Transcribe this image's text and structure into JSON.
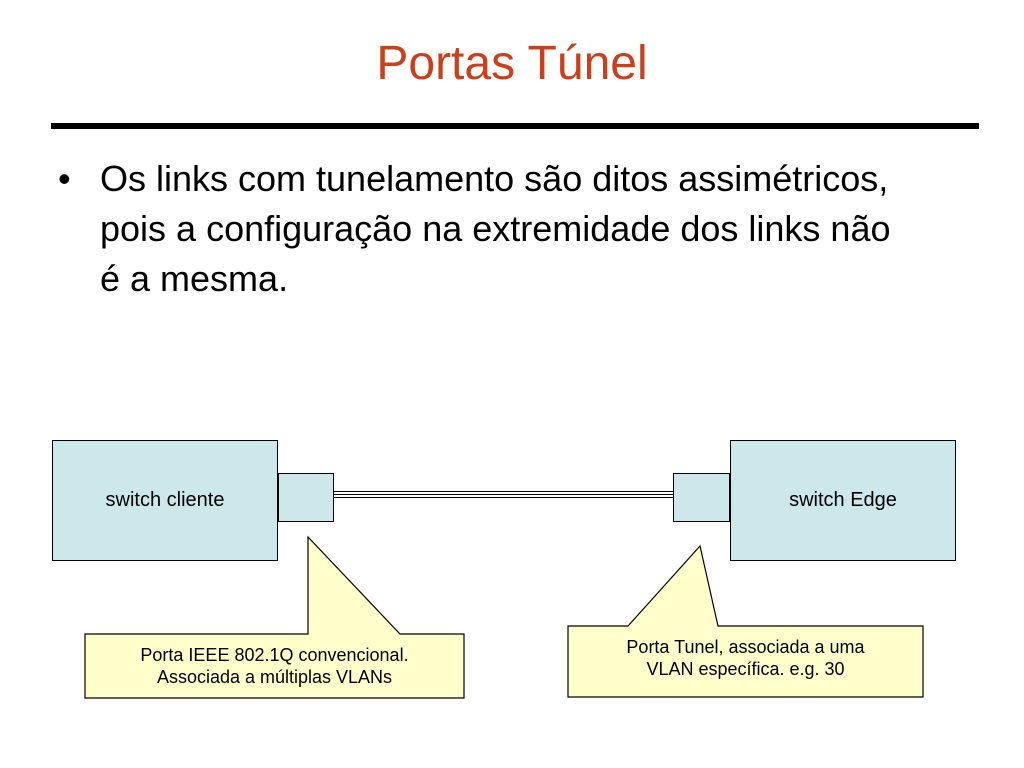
{
  "slide": {
    "title": "Portas Túnel",
    "bullets": [
      "Os links com tunelamento são ditos assimétricos, pois a configuração na extremidade dos links não é a mesma."
    ]
  },
  "diagram": {
    "left_switch_label": "switch cliente",
    "right_switch_label": "switch Edge",
    "left_callout_line1": "Porta IEEE 802.1Q convencional.",
    "left_callout_line2": "Associada a múltiplas VLANs",
    "right_callout_line1": "Porta Tunel, associada a uma",
    "right_callout_line2": "VLAN específica. e.g. 30"
  },
  "colors": {
    "title": "#c8401c",
    "switch_fill": "#cce8ea",
    "callout_fill": "#ffffcc"
  }
}
